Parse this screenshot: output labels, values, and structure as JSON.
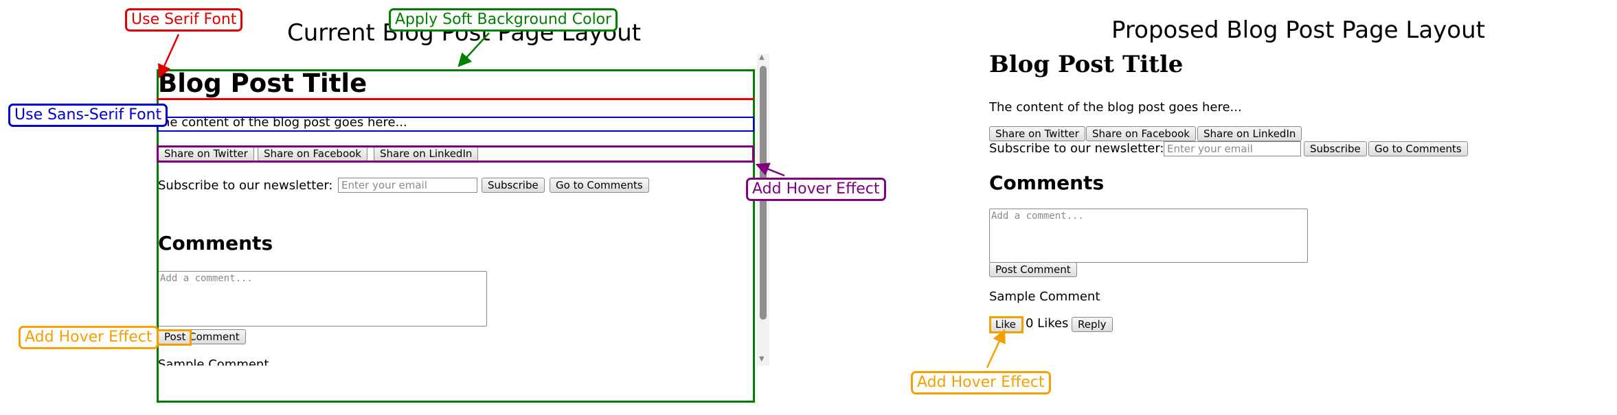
{
  "left_title": "Current Blog Post Page Layout",
  "right_title": "Proposed Blog Post Page Layout",
  "page": {
    "post_title": "Blog Post Title",
    "post_content": "The content of the blog post goes here...",
    "post_content_clipped": "he content of the blog post goes here...",
    "share_buttons": [
      "Share on Twitter",
      "Share on Facebook",
      "Share on LinkedIn"
    ],
    "newsletter_label": "Subscribe to our newsletter:",
    "email_placeholder": "Enter your email",
    "subscribe_label": "Subscribe",
    "comments_link_label": "Go to Comments",
    "comments_heading": "Comments",
    "comment_placeholder": "Add a comment...",
    "post_comment_label": "Post Comment",
    "sample_comment": "Sample Comment",
    "like_label": "Like",
    "likes_count": "0 Likes",
    "reply_label": "Reply"
  },
  "callouts": {
    "serif": "Use Serif Font",
    "soft_bg": "Apply Soft Background Color",
    "sans": "Use Sans-Serif Font",
    "hover_share": "Add Hover Effect",
    "hover_post": "Add Hover Effect",
    "hover_like": "Add Hover Effect"
  },
  "colors": {
    "red": "#e00000",
    "green": "#008000",
    "blue": "#0000cc",
    "purple": "#800080",
    "orange": "#f5a000"
  },
  "scrollbar": {
    "up_arrow": "▲",
    "down_arrow": "▼"
  }
}
